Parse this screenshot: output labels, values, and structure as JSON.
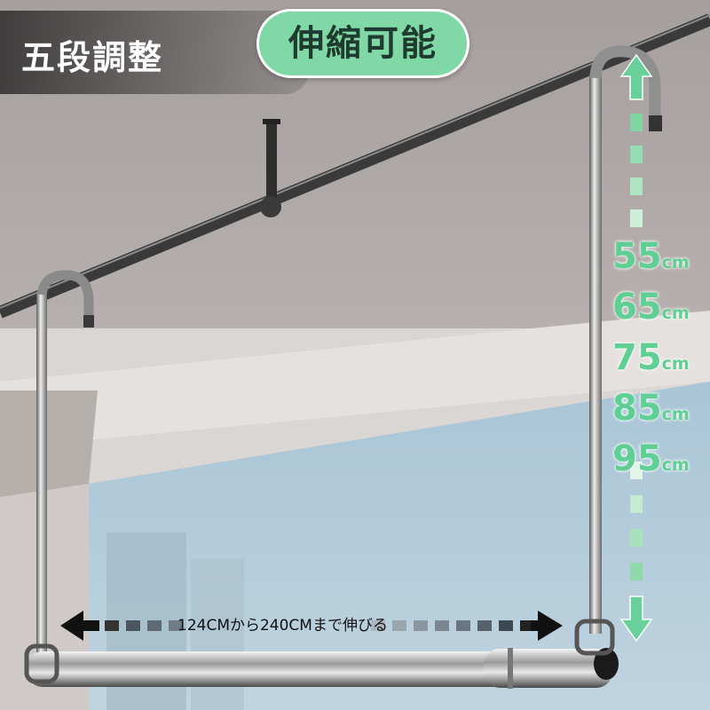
{
  "labels": {
    "five_level": "五段調整",
    "extendable": "伸縮可能"
  },
  "sizes": [
    {
      "value": "55",
      "unit": "cm"
    },
    {
      "value": "65",
      "unit": "cm"
    },
    {
      "value": "75",
      "unit": "cm"
    },
    {
      "value": "85",
      "unit": "cm"
    },
    {
      "value": "95",
      "unit": "cm"
    }
  ],
  "range_text": "124CMから240CMまで伸びる",
  "colors": {
    "accent_green": "#5fcf93",
    "badge_green": "#7fd8a6",
    "arrow_dark": "#111111"
  }
}
